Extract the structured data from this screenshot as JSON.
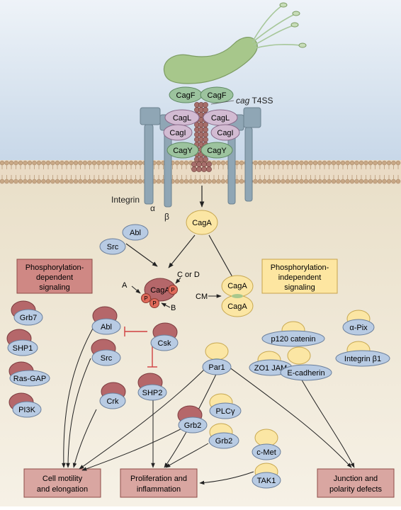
{
  "labels": {
    "cagF_left": "CagF",
    "cagF_right": "CagF",
    "cag_t4ss_italic": "cag",
    "cag_t4ss_rest": " T4SS",
    "cagL_left": "CagL",
    "cagL_right": "CagL",
    "cagI_left": "CagI",
    "cagI_right": "CagI",
    "cagY_left": "CagY",
    "cagY_right": "CagY",
    "integrin": "Integrin",
    "alpha": "α",
    "beta": "β",
    "cagA_top": "CagA",
    "abl_top": "Abl",
    "src_top": "Src",
    "phos_dep_line1": "Phosphorylation-",
    "phos_dep_line2": "dependent",
    "phos_dep_line3": "signaling",
    "phos_indep_line1": "Phosphorylation-",
    "phos_indep_line2": "independent",
    "phos_indep_line3": "signaling",
    "c_or_d": "C or D",
    "a_label": "A",
    "b_label": "B",
    "cagA_center": "CagA",
    "p": "P",
    "cm": "CM",
    "cagA_dimer_top": "CagA",
    "cagA_dimer_bottom": "CagA",
    "grb7": "Grb7",
    "shp1": "SHP1",
    "ras_gap": "Ras-GAP",
    "pi3k": "PI3K",
    "abl": "Abl",
    "src": "Src",
    "csk": "Csk",
    "shp2": "SHP2",
    "crk": "Crk",
    "par1": "Par1",
    "plcg": "PLCγ",
    "grb2_a": "Grb2",
    "grb2_b": "Grb2",
    "cmet": "c-Met",
    "tak1": "TAK1",
    "p120": "p120 catenin",
    "zo1jam": "ZO1 JAM",
    "ecad": "E-cadherin",
    "apix": "α-Pix",
    "integrin_b1": "Integrin β1",
    "out_motility_1": "Cell motility",
    "out_motility_2": "and elongation",
    "out_prolif_1": "Proliferation and",
    "out_prolif_2": "inflammation",
    "out_junction_1": "Junction and",
    "out_junction_2": "polarity defects"
  },
  "colors": {
    "sky": "#c9d9ea",
    "cytoplasm": "#f1ead9",
    "membrane": "#c9ad8a",
    "bacterium": "#a8c88c",
    "pilus_green": "#8fb58a",
    "maroon_cap": "#b5676a",
    "blue_body": "#b8cbe3",
    "yellow_cap": "#fbe6a4",
    "dep_box": "#cf8884",
    "indep_box": "#fde6a1",
    "outcome_box": "#d9a6a1",
    "inhibit": "#d04040"
  }
}
